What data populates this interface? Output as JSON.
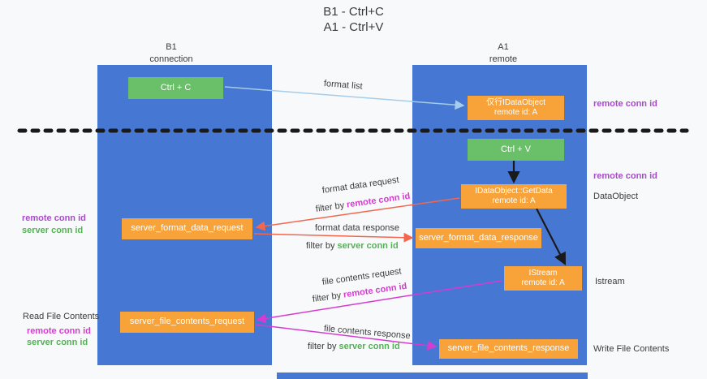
{
  "title": {
    "line1": "B1 - Ctrl+C",
    "line2": "A1 - Ctrl+V"
  },
  "lifelines": {
    "b1": {
      "name": "B1",
      "role": "connection"
    },
    "a1": {
      "name": "A1",
      "role": "remote"
    }
  },
  "nodes": {
    "ctrl_c": {
      "label": "Ctrl + C"
    },
    "dataobject_store": {
      "line1": "仅行IDataObject",
      "line2": "remote id: A"
    },
    "ctrl_v": {
      "label": "Ctrl + V"
    },
    "getdata": {
      "line1": "IDataObject::GetData",
      "line2": "remote id: A"
    },
    "format_request": {
      "label": "server_format_data_request"
    },
    "format_response": {
      "label": "server_format_data_response"
    },
    "istream": {
      "line1": "IStream",
      "line2": "remote id: A"
    },
    "file_request": {
      "label": "server_file_contents_request"
    },
    "file_response": {
      "label": "server_file_contents_response"
    }
  },
  "arrows": {
    "format_list": {
      "label": "format list"
    },
    "format_request": {
      "label": "format data request",
      "filter_prefix": "filter by ",
      "filter_key": "remote conn id"
    },
    "format_response": {
      "label": "format data response",
      "filter_prefix": "filter by ",
      "filter_key": "server conn id"
    },
    "file_request": {
      "label": "file contents request",
      "filter_prefix": "filter by ",
      "filter_key": "remote conn id"
    },
    "file_response": {
      "label": "file contents response",
      "filter_prefix": "filter by ",
      "filter_key": "server conn id"
    }
  },
  "annotations": {
    "remote_conn_id_right_top": "remote conn id",
    "remote_conn_id_right_mid": "remote conn id",
    "dataobject": "DataObject",
    "istream": "Istream",
    "write_file_contents": "Write File Contents",
    "remote_conn_id_left": "remote conn id",
    "server_conn_id_left": "server conn id",
    "read_file_contents": "Read File Contents",
    "remote_conn_id_left2": "remote conn id",
    "server_conn_id_left2": "server conn id"
  },
  "colors": {
    "lifeline_blue": "#4677d2",
    "node_green": "#6abf69",
    "node_orange": "#f8a23a",
    "arrow_blue": "#a5cce9",
    "arrow_red": "#f4674d",
    "arrow_magenta": "#d63bd0",
    "arrow_black": "#1a1a1a",
    "text_purple": "#a64cc8",
    "text_magenta": "#d63bd0",
    "text_green": "#55b155"
  }
}
